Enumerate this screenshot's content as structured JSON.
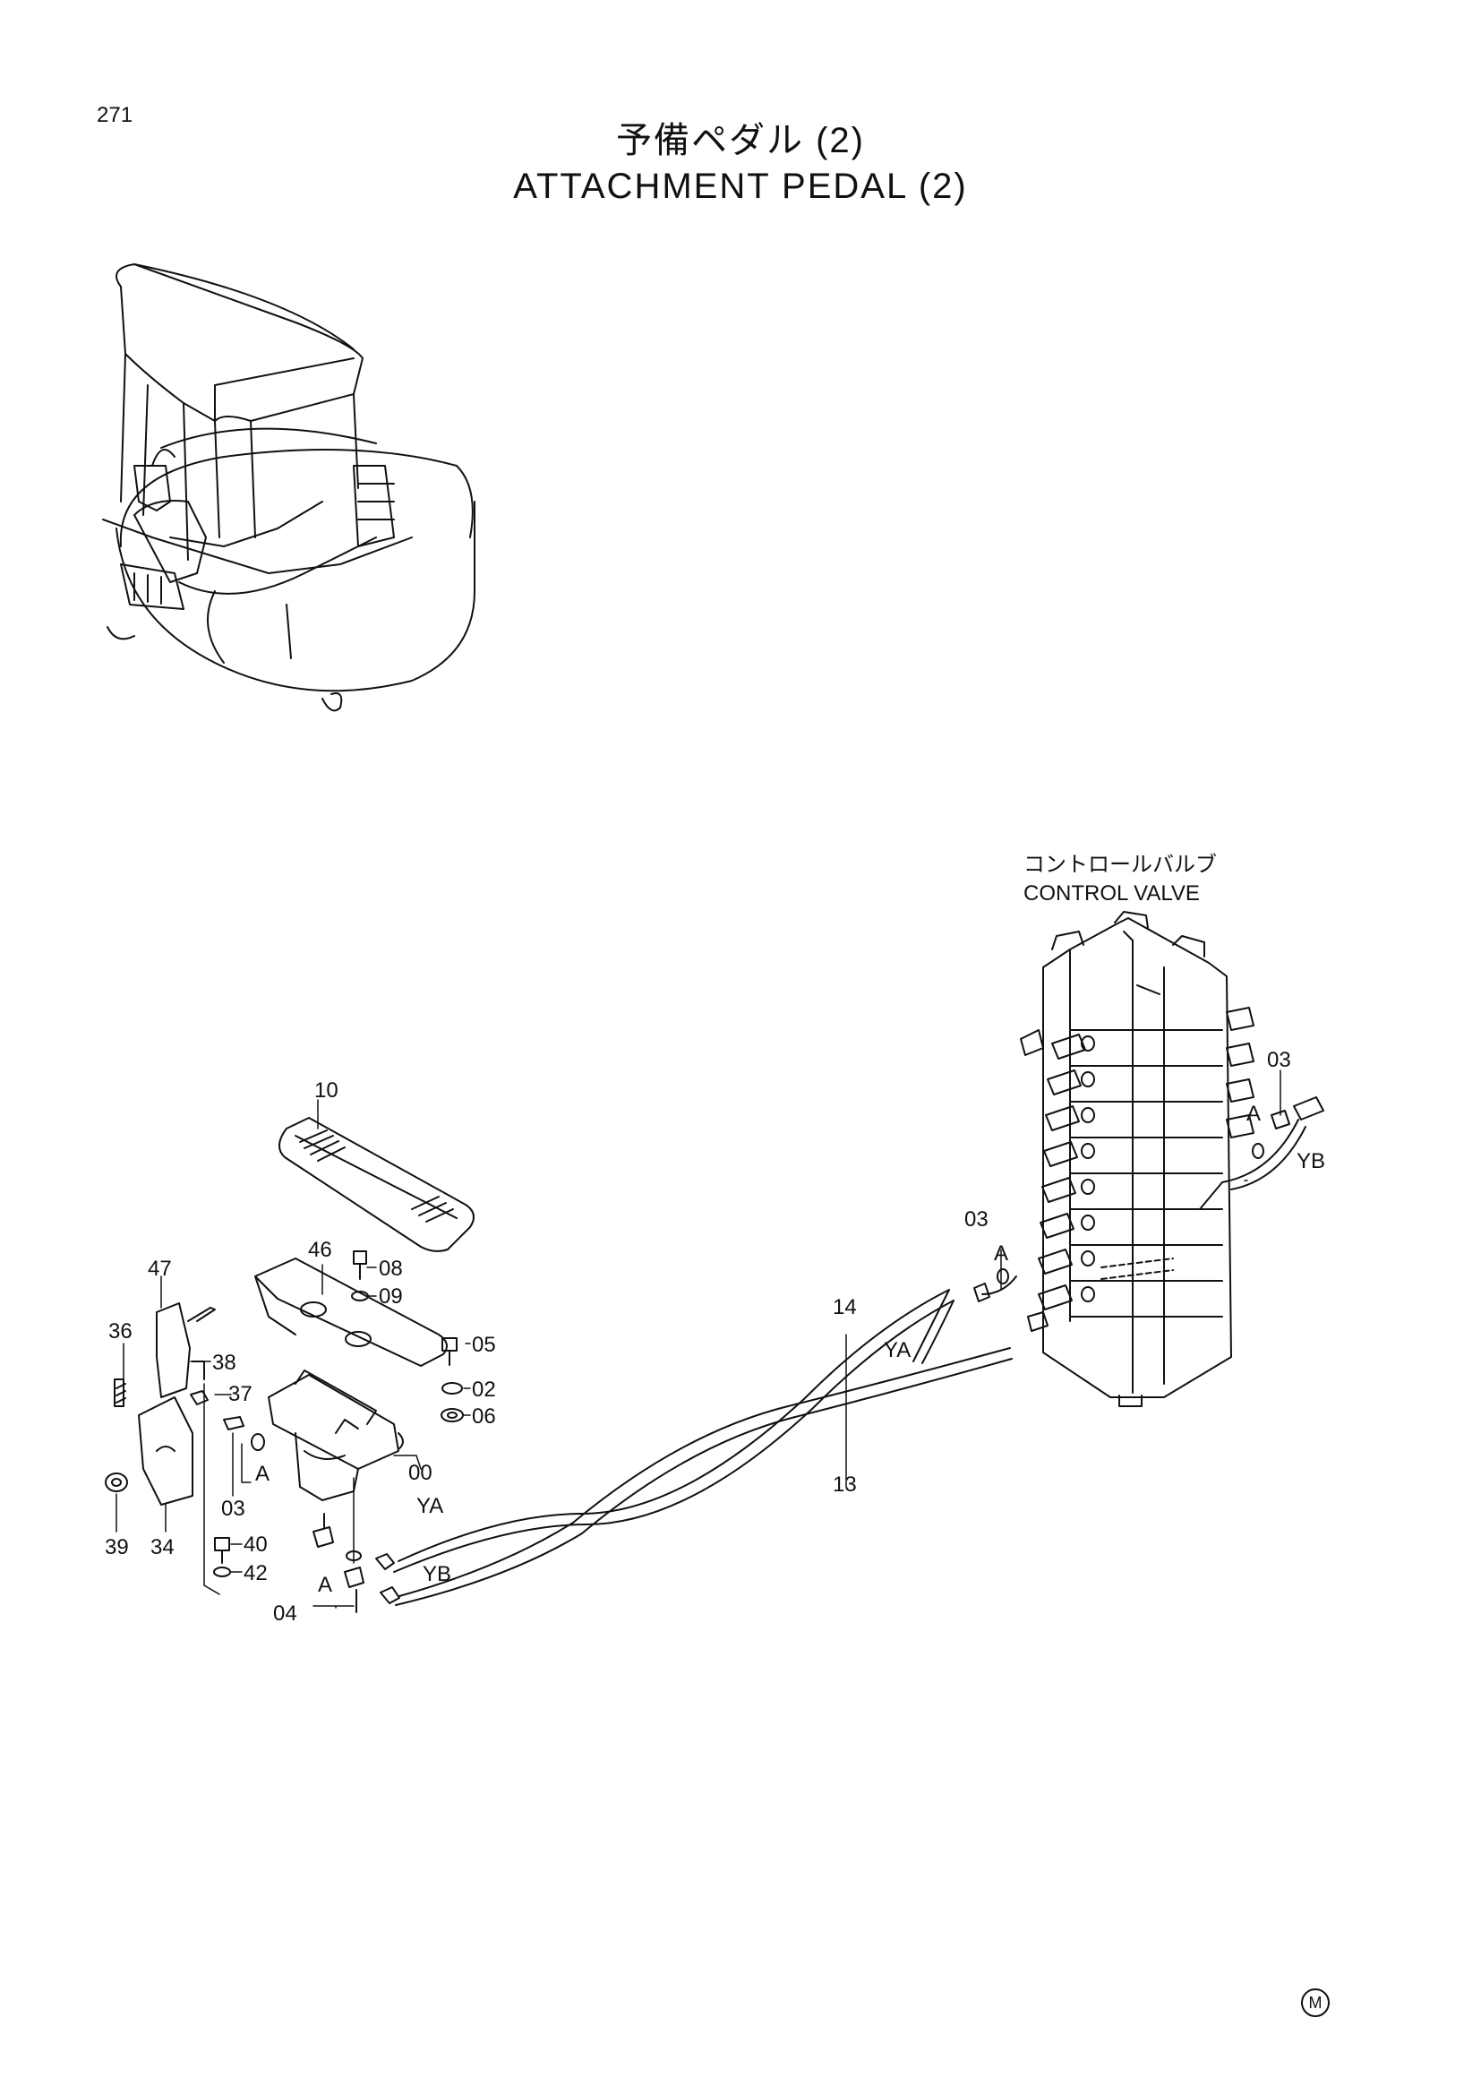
{
  "page": {
    "number": "271",
    "title_ja": "予備ペダル (2)",
    "title_en": "ATTACHMENT PEDAL (2)",
    "mark": "M"
  },
  "control_valve": {
    "label_ja": "コントロールバルブ",
    "label_en": "CONTROL VALVE"
  },
  "callouts": {
    "p10": "10",
    "p46": "46",
    "p47": "47",
    "p36": "36",
    "p38": "38",
    "p37": "37",
    "p08": "08",
    "p09": "09",
    "p05": "05",
    "p02": "02",
    "p06": "06",
    "p00": "00",
    "p03_left": "03",
    "p39": "39",
    "p34": "34",
    "p40": "40",
    "p42": "42",
    "p04": "04",
    "p14": "14",
    "p13": "13",
    "p03_mid": "03",
    "p03_right": "03",
    "a_left": "A",
    "a_lower": "A",
    "a_mid": "A",
    "a_right": "A",
    "ya_hose": "YA",
    "ya_pedal": "YA",
    "yb_hose": "YB",
    "yb_pedal": "YB"
  },
  "colors": {
    "ink": "#111111",
    "paper": "#ffffff"
  }
}
